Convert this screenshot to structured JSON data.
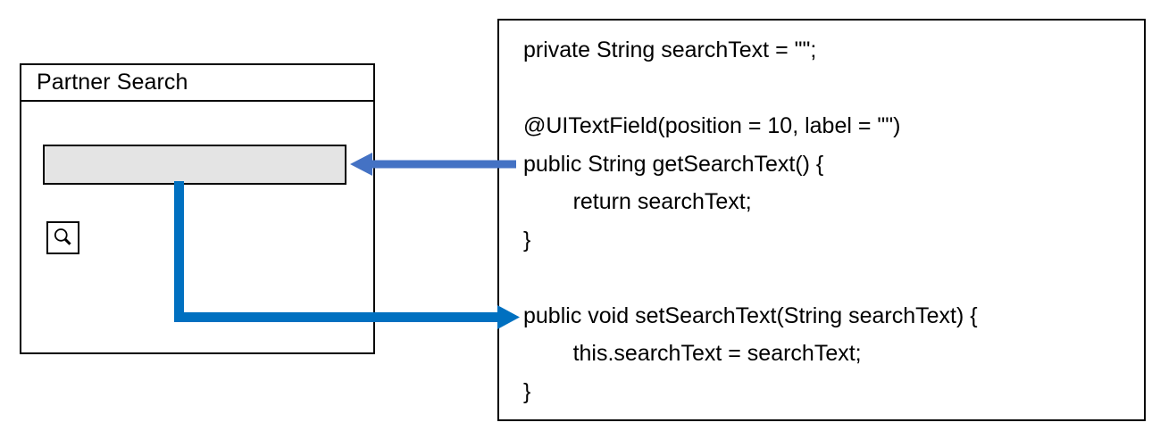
{
  "app_window": {
    "title": "Partner Search",
    "search_field": {
      "value": "",
      "placeholder": ""
    },
    "search_button": {
      "icon": "magnifier-icon",
      "label": ""
    }
  },
  "code_panel": {
    "language": "java",
    "lines": [
      "private String searchText = \"\";",
      "",
      "@UITextField(position = 10, label = \"\")",
      "public String getSearchText() {",
      "        return searchText;",
      "}",
      "",
      "public void setSearchText(String searchText) {",
      "        this.searchText = searchText;",
      "}"
    ]
  },
  "connectors": [
    {
      "name": "getter-to-textfield-arrow",
      "from": "code-panel-getter-line",
      "to": "search-input-field",
      "direction": "left",
      "color": "#4472C4"
    },
    {
      "name": "textfield-to-setter-arrow",
      "from": "search-input-field",
      "to": "code-panel-setter-line",
      "direction": "right",
      "color": "#0070C0"
    }
  ],
  "colors": {
    "outline": "#000000",
    "input_fill": "#E4E4E4",
    "arrow_muted_blue": "#4472C4",
    "arrow_bright_blue": "#0070C0",
    "background": "#FFFFFF"
  }
}
